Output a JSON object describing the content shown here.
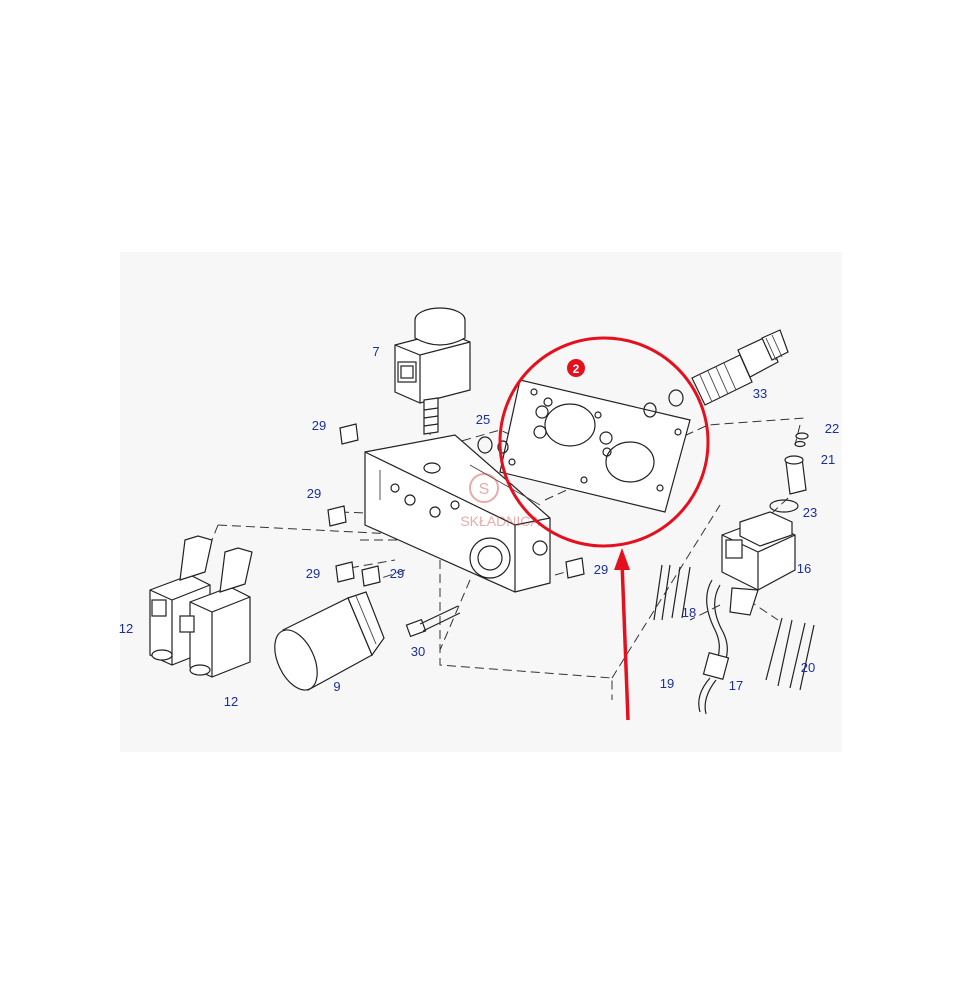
{
  "diagram": {
    "callout_badge": "2",
    "watermark": "SKŁADNICA",
    "part_labels": [
      "7",
      "25",
      "33",
      "22",
      "21",
      "23",
      "29",
      "29",
      "29",
      "29",
      "29",
      "16",
      "18",
      "20",
      "17",
      "19",
      "12",
      "12",
      "9",
      "30"
    ],
    "colors": {
      "label": "#1a2fa0",
      "highlight": "#e5101e",
      "line": "#222222",
      "background_panel": "#f7f7f7"
    }
  }
}
